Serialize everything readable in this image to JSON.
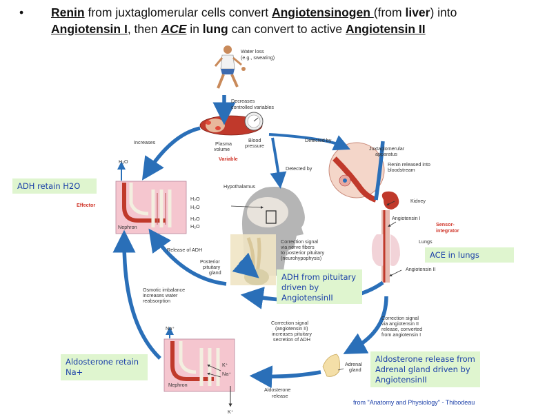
{
  "header": {
    "bullet": "•",
    "t1": "Renin",
    "t2": " from juxtaglomerular cells convert ",
    "t3": "Angiotensinogen ",
    "t4": "(from ",
    "t5": "liver",
    "t6": ") into",
    "t7": "Angiotensin I",
    "t8": ", then ",
    "t9": "ACE",
    "t10": " in ",
    "t11": "lung",
    "t12": " can convert to active ",
    "t13": "Angiotensin II"
  },
  "diagram": {
    "water_loss": "Water loss",
    "sweating": "(e.g., sweating)",
    "decreases1": "Decreases",
    "decreases2": "controlled variables",
    "increases": "Increases",
    "plasma1": "Plasma",
    "plasma2": "volume",
    "blood1": "Blood",
    "blood2": "pressure",
    "variable": "Variable",
    "detected1": "Detected by",
    "detected2": "Detected by",
    "jg1": "Juxtaglomerular",
    "jg2": "apparatus",
    "renin1": "Renin released into",
    "renin2": "bloodstream",
    "h2o_top": "H₂O",
    "hypothalamus": "Hypothalamus",
    "effector": "Effector",
    "nephron1": "Nephron",
    "h2o_1": "H₂O",
    "h2o_2": "H₂O",
    "h2o_3": "H₂O",
    "h2o_4": "H₂O",
    "kidney": "Kidney",
    "angio1": "Angiotensin I",
    "sensor1": "Sensor-",
    "sensor2": "integrator",
    "lungs": "Lungs",
    "angio2": "Angiotensin II",
    "release_adh": "Release of ADH",
    "posterior1": "Posterior",
    "posterior2": "pituitary",
    "posterior3": "gland",
    "corr1a": "Correction signal",
    "corr1b": "via nerve fibers",
    "corr1c": "to posterior pituitary",
    "corr1d": "(neurohypophysis)",
    "osm1": "Osmotic imbalance",
    "osm2": "increases water",
    "osm3": "reabsorption",
    "corr2a": "Correction signal",
    "corr2b": "(angiotensin II)",
    "corr2c": "increases pituitary",
    "corr2d": "secretion of ADH",
    "corr3a": "Correction signal",
    "corr3b": "via angiotensin II",
    "corr3c": "release, converted",
    "corr3d": "from angiotensin I",
    "na_top": "Na⁺",
    "kplus": "K⁺",
    "naplus": "Na⁺",
    "adrenal1": "Adrenal",
    "adrenal2": "gland",
    "nephron2": "Nephron",
    "aldo_rel1": "Aldosterone",
    "aldo_rel2": "release",
    "k_bottom": "K⁺"
  },
  "notes": {
    "adh_h2o": "ADH retain H2O",
    "ace_lungs": "ACE in lungs",
    "adh_pit": "ADH from pituitary driven by AngiotensinII",
    "aldo_na": "Aldosterone retain Na+",
    "aldo_adrenal": "Aldosterone release from Adrenal gland driven by AngiotensinII"
  },
  "source": "from \"Anatomy and Physiology\" - Thibodeau",
  "colors": {
    "arrow": "#2a6fb8",
    "note_bg": "#dff5cf",
    "note_text": "#1a3fa8",
    "accent_red": "#d0362a"
  }
}
